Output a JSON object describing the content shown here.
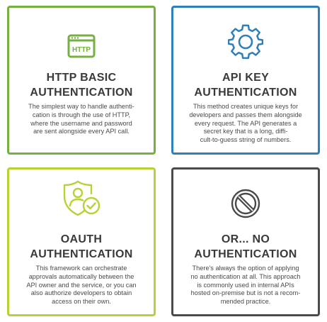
{
  "colors": {
    "http_accent": "#76b041",
    "apikey_accent": "#2f7fb8",
    "oauth_accent": "#b8d236",
    "none_accent": "#4a4a4a",
    "title_text": "#3a3a3a",
    "body_text": "#4a4a4a"
  },
  "cards": {
    "http": {
      "icon": "browser-window-http-icon",
      "icon_text": "HTTP",
      "title_lines": [
        "HTTP BASIC",
        "AUTHENTICATION"
      ],
      "desc_lines": [
        "The simplest way to handle authenti-",
        "cation is through the use of HTTP,",
        "where the username and password",
        "are sent alongside every API call."
      ]
    },
    "apikey": {
      "icon": "gear-icon",
      "title_lines": [
        "API KEY",
        "AUTHENTICATION"
      ],
      "desc_lines": [
        "This method creates unique keys for",
        "developers and passes them alongside",
        "every request. The API generates a",
        "secret key that is a long, diffi-",
        "cult-to-guess string of numbers."
      ]
    },
    "oauth": {
      "icon": "verified-user-shield-icon",
      "title_lines": [
        "OAUTH",
        "AUTHENTICATION"
      ],
      "desc_lines": [
        "This framework can orchestrate",
        "approvals automatically between the",
        "API owner and the service, or you can",
        "also authorize developers to obtain",
        "access on their own."
      ]
    },
    "none": {
      "icon": "prohibited-icon",
      "title_lines": [
        "OR... NO",
        "AUTHENTICATION"
      ],
      "desc_lines": [
        "There's always the option of applying",
        "no authentication at all. This approach",
        "is commonly used in internal APIs",
        "hosted on-premise but is not a recom-",
        "mended practice."
      ]
    }
  }
}
